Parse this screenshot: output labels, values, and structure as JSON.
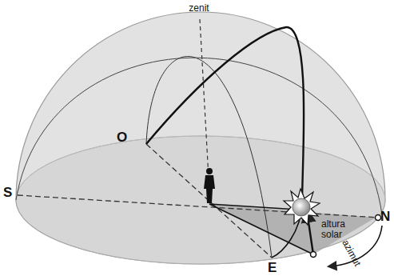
{
  "diagram": {
    "labels": [
      "zenit",
      "O",
      "S",
      "N",
      "E",
      "altura solar",
      "azimut"
    ]
  }
}
